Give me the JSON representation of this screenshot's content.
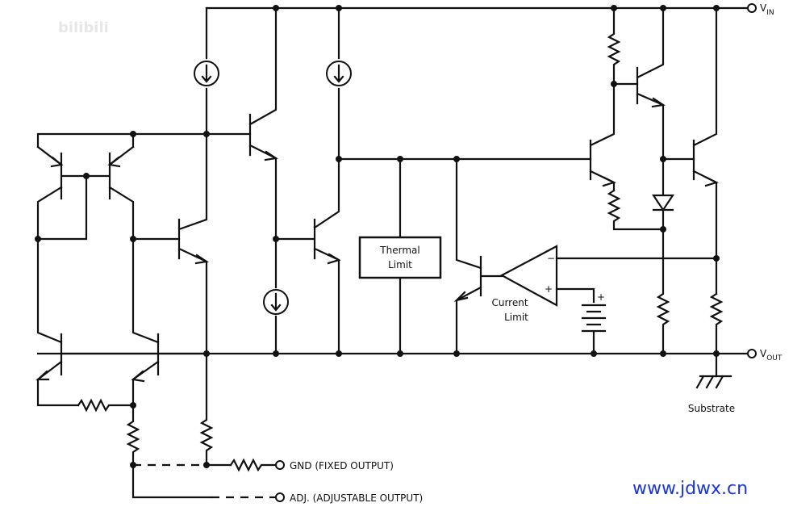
{
  "labels": {
    "vin": "V",
    "vin_sub": "IN",
    "vout": "V",
    "vout_sub": "OUT",
    "thermal_line1": "Thermal",
    "thermal_line2": "Limit",
    "current_line1": "Current",
    "current_line2": "Limit",
    "substrate": "Substrate",
    "gnd": "GND (FIXED OUTPUT)",
    "adj": "ADJ. (ADJUSTABLE OUTPUT)",
    "op_minus": "−",
    "op_plus": "+",
    "bat_plus": "+"
  },
  "watermarks": {
    "site": "www.jdwx.cn",
    "bili": "bilibili"
  },
  "colors": {
    "line": "#111111",
    "watermark": "#1a36d6"
  }
}
